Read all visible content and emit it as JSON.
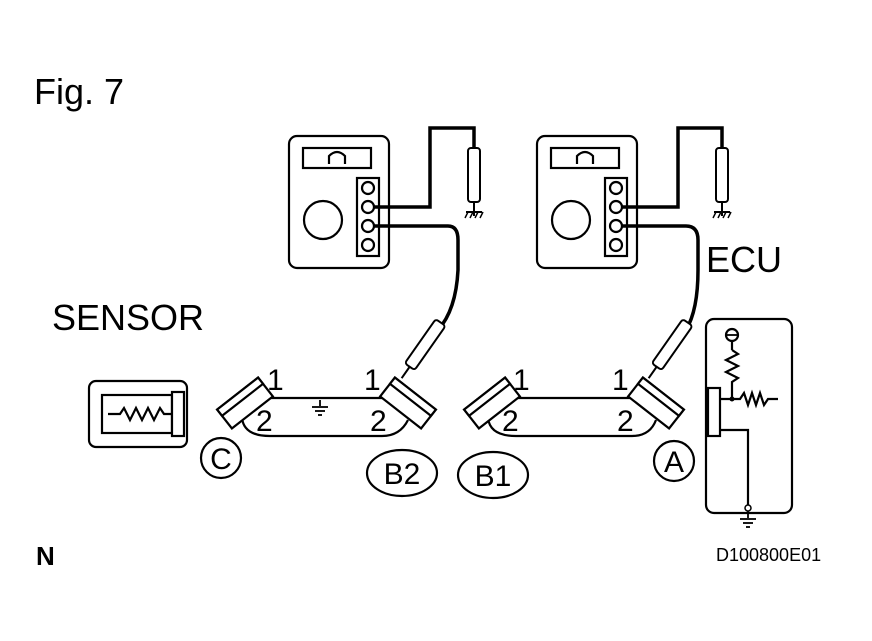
{
  "figure": {
    "title": "Fig. 7",
    "code": "D100800E01",
    "corner_mark": "N"
  },
  "labels": {
    "sensor": "SENSOR",
    "ecu": "ECU"
  },
  "connectors": {
    "c": "C",
    "b2": "B2",
    "b1": "B1",
    "a": "A"
  },
  "pins": {
    "pin1": "1",
    "pin2": "2"
  },
  "meter": {
    "display_symbol": "Ω"
  }
}
